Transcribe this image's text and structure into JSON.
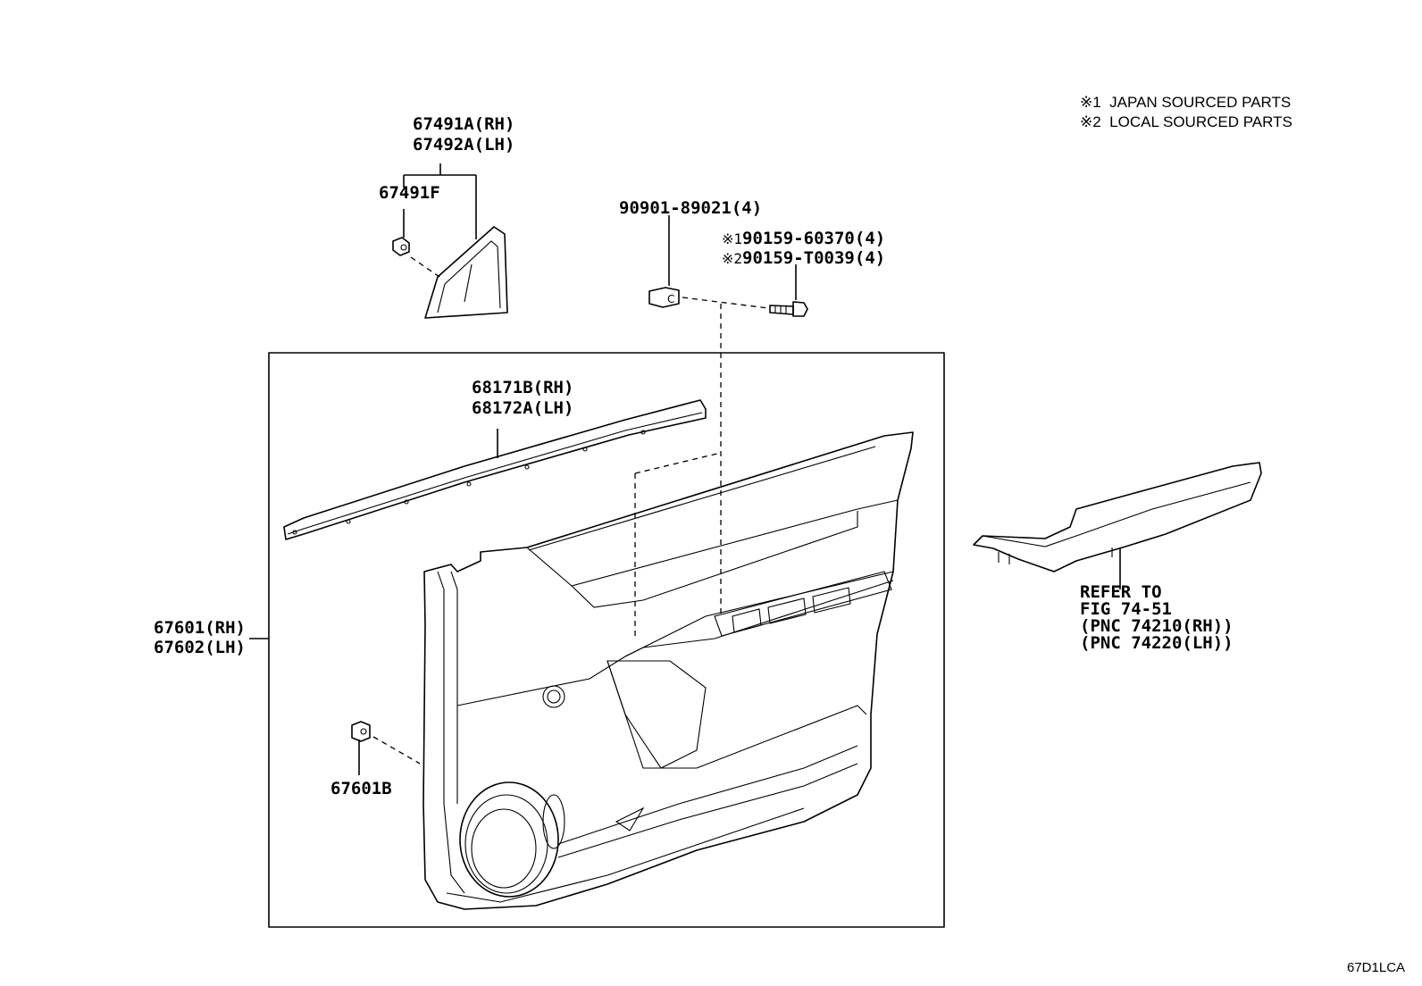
{
  "notes": {
    "note1_mark": "※1",
    "note1_text": "JAPAN SOURCED PARTS",
    "note2_mark": "※2",
    "note2_text": "LOCAL SOURCED PARTS"
  },
  "parts": {
    "garnish_rh": "67491A(RH)",
    "garnish_lh": "67492A(LH)",
    "garnish_clip": "67491F",
    "clip_90901": "90901-89021(4)",
    "screw1_mark": "※1",
    "screw1_pn": "90159-60370(4)",
    "screw2_mark": "※2",
    "screw2_pn": "90159-T0039(4)",
    "weatherstrip_rh": "68171B(RH)",
    "weatherstrip_lh": "68172A(LH)",
    "door_trim_rh": "67601(RH)",
    "door_trim_lh": "67602(LH)",
    "door_trim_clip": "67601B"
  },
  "reference": {
    "line1": "REFER TO",
    "line2": "FIG 74-51",
    "line3": "(PNC 74210(RH))",
    "line4": "(PNC 74220(LH))"
  },
  "figure_id": "67D1LCA"
}
